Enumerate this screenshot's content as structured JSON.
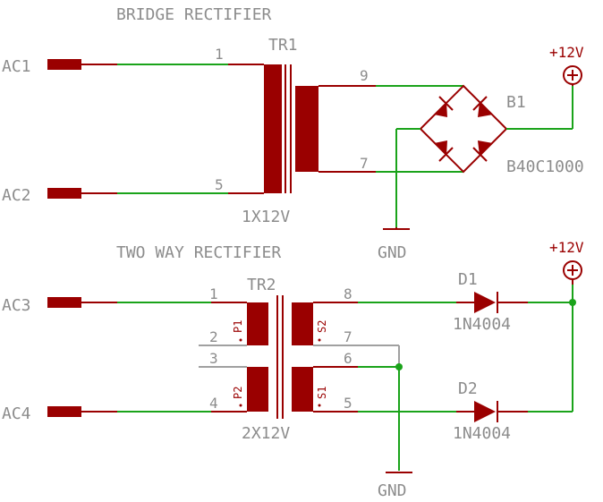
{
  "bridge": {
    "title": "BRIDGE RECTIFIER",
    "transformer": {
      "ref": "TR1",
      "value": "1X12V",
      "pins": [
        "1",
        "5",
        "9",
        "7"
      ]
    },
    "inputs": [
      "AC1",
      "AC2"
    ],
    "bridge_ref": "B1",
    "bridge_value": "B40C1000",
    "supply": "+12V",
    "ground": "GND"
  },
  "twoway": {
    "title": "TWO WAY RECTIFIER",
    "transformer": {
      "ref": "TR2",
      "value": "2X12V",
      "pins": [
        "1",
        "2",
        "3",
        "4",
        "8",
        "7",
        "6",
        "5"
      ],
      "windings": [
        "P1",
        "P2",
        "S2",
        "S1"
      ]
    },
    "inputs": [
      "AC3",
      "AC4"
    ],
    "diodes": [
      {
        "ref": "D1",
        "value": "1N4004"
      },
      {
        "ref": "D2",
        "value": "1N4004"
      }
    ],
    "supply": "+12V",
    "ground": "GND"
  },
  "colors": {
    "wire": "#1aa31a",
    "part": "#9a0000",
    "text": "#8c8c8c"
  }
}
